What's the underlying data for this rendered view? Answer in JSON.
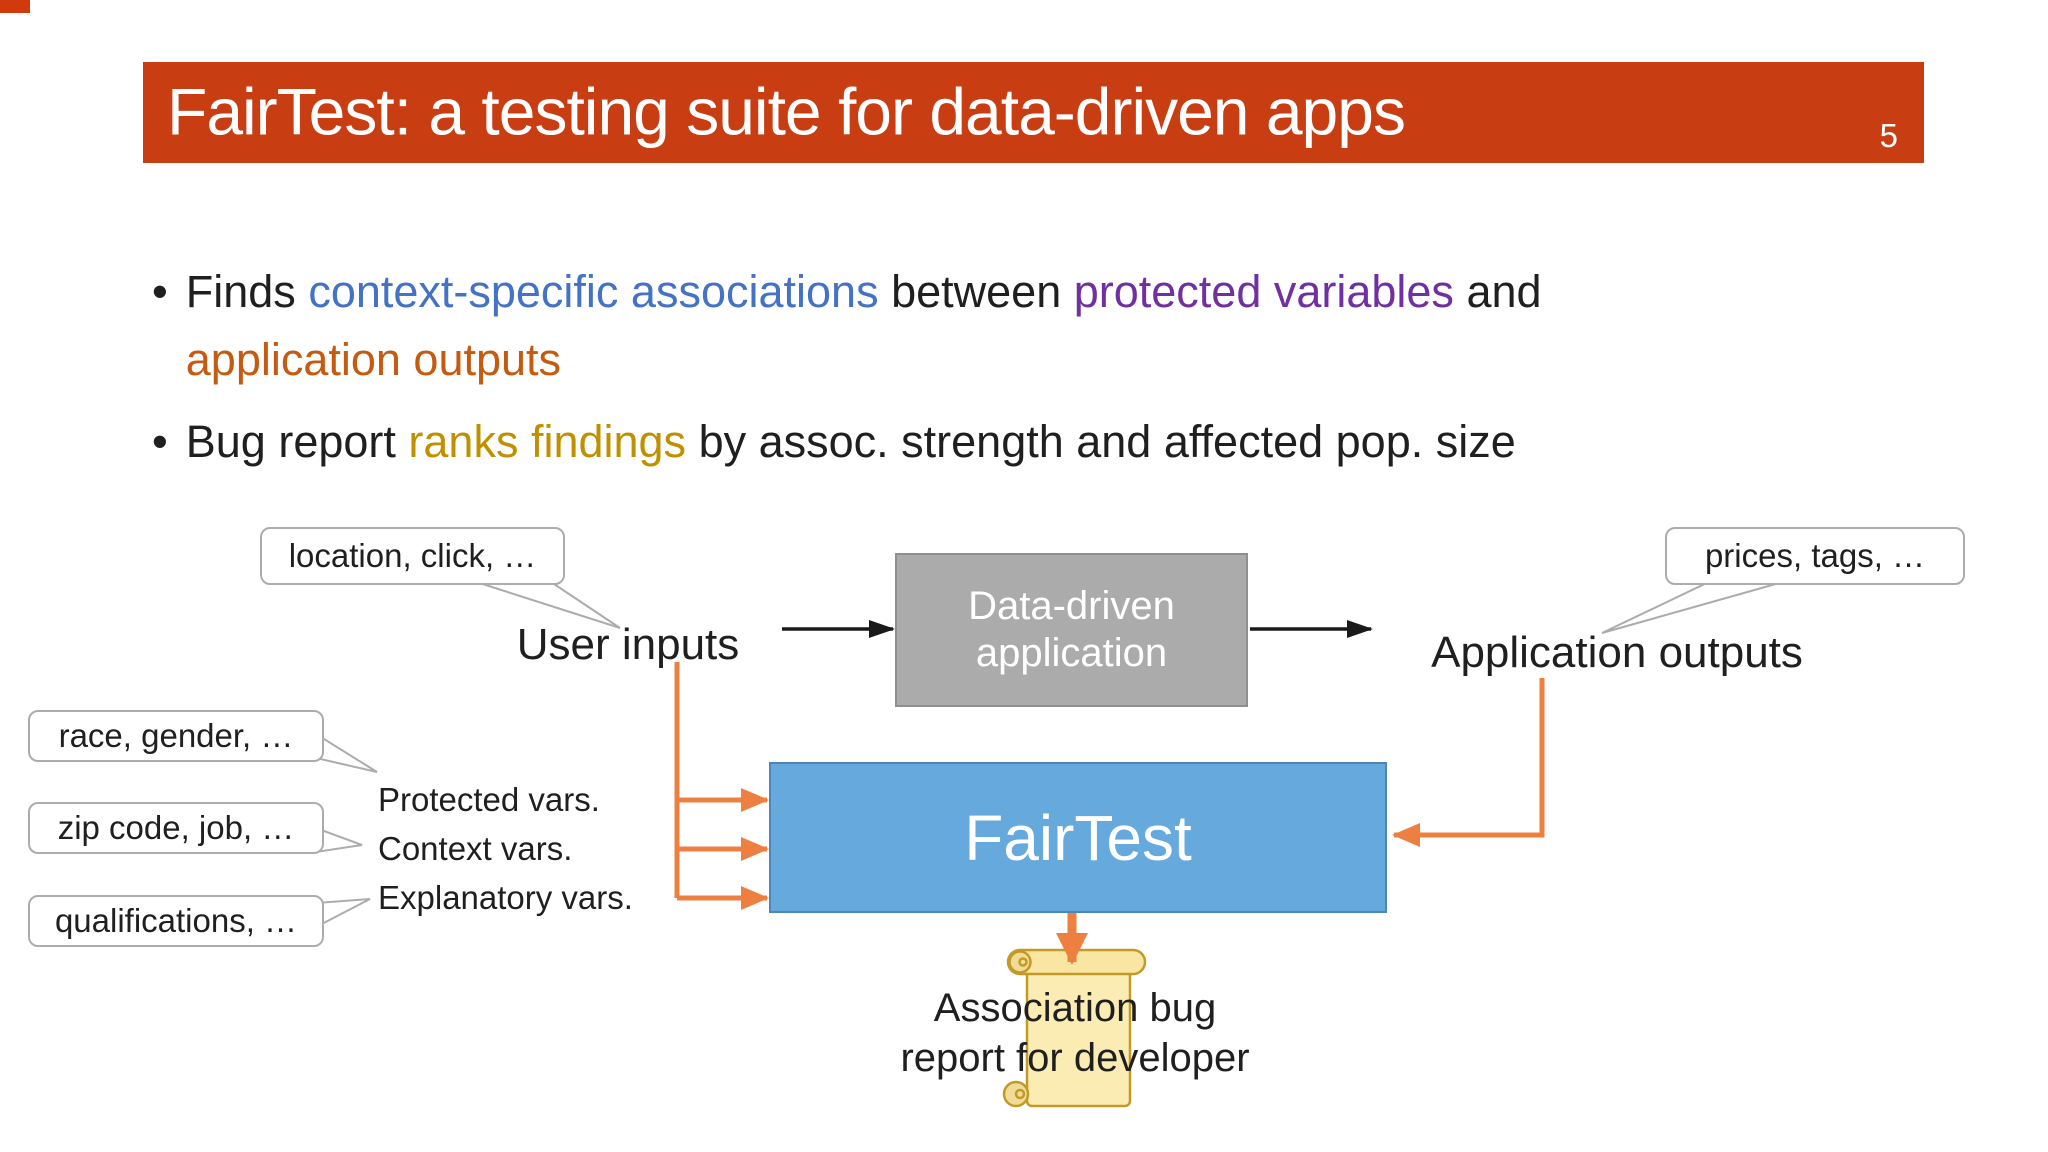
{
  "colors": {
    "title_bar": "#C83D12",
    "highlight_blue": "#4472C4",
    "highlight_purple": "#7030A0",
    "highlight_orange": "#C55A11",
    "highlight_gold": "#BF9000",
    "box_gray_fill": "#ABABAB",
    "box_blue_fill": "#66A9DC",
    "arrow_orange": "#ED8040",
    "arrow_black": "#1a1a1a",
    "scroll_fill": "#FBECB4",
    "scroll_stroke": "#C49A26"
  },
  "header": {
    "title": "FairTest: a testing suite for data-driven apps",
    "slide_number": "5"
  },
  "bullets": {
    "marker": "•",
    "b1": {
      "t1": "Finds ",
      "t2": "context-specific associations",
      "t3": " between ",
      "t4": "protected variables",
      "t5": " and",
      "t6": "application outputs"
    },
    "b2": {
      "t1": "Bug report ",
      "t2": "ranks findings",
      "t3": " by assoc. strength and affected pop. size"
    }
  },
  "diagram": {
    "callout_user_inputs": "location, click, …",
    "callout_app_outputs": "prices, tags, …",
    "callout_protected": "race, gender, …",
    "callout_context": "zip code, job, …",
    "callout_explanatory": "qualifications, …",
    "node_user_inputs": "User inputs",
    "node_app_line1": "Data-driven",
    "node_app_line2": "application",
    "node_app_outputs": "Application outputs",
    "label_protected": "Protected vars.",
    "label_context": "Context vars.",
    "label_explanatory": "Explanatory vars.",
    "fairtest": "FairTest",
    "report_line1": "Association bug",
    "report_line2": "report for developer"
  }
}
